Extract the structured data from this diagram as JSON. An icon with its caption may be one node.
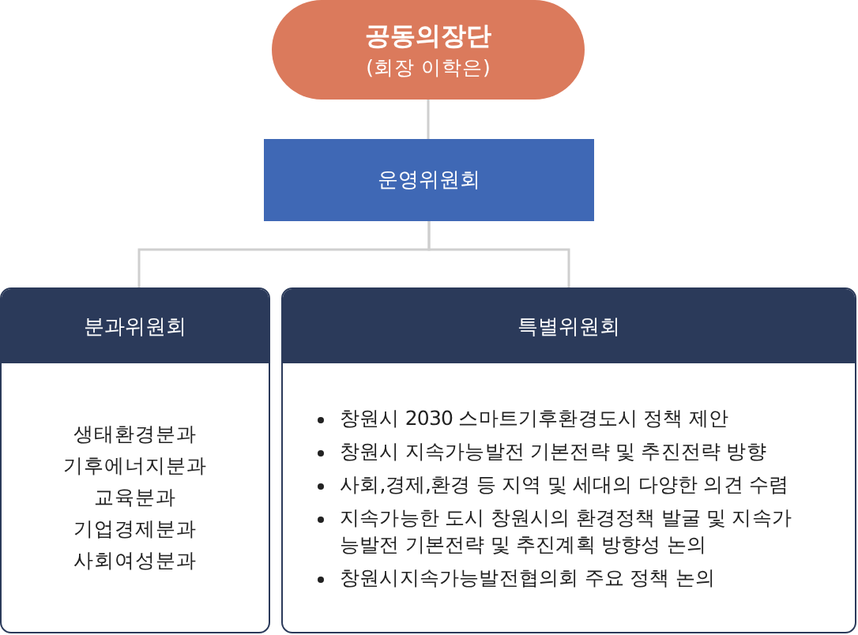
{
  "diagram": {
    "nodes": [
      {
        "text": [
          "공동의장단",
          "(회장 이학은)"
        ]
      },
      {
        "text": [
          "운영위원회"
        ]
      },
      {
        "text": [
          "분과위원회",
          "생태환경분과",
          "기후에너지분과",
          "교육분과",
          "기업경제분과",
          "사회여성분과"
        ]
      },
      {
        "text": [
          "특별위원회",
          "창원시 2030 스마트기후환경도시 정책 제안",
          "창원시 지속가능발전 기본전략 및 추진전략 방향",
          "사회,경제,환경 등 지역 및 세대의 다양한 의견 수렴",
          "지속가능한 도시 창원시의 환경정책 발굴 및 지속가능발전 기본전략 및 추진계획 방향성 논의",
          "창원시지속가능발전협의회 주요 정책 논의"
        ]
      }
    ],
    "edges": [
      {
        "from": 0,
        "to": 1,
        "arrow": "none"
      },
      {
        "from": 1,
        "to": 2,
        "arrow": "none"
      },
      {
        "from": 1,
        "to": 3,
        "arrow": "none"
      }
    ]
  }
}
